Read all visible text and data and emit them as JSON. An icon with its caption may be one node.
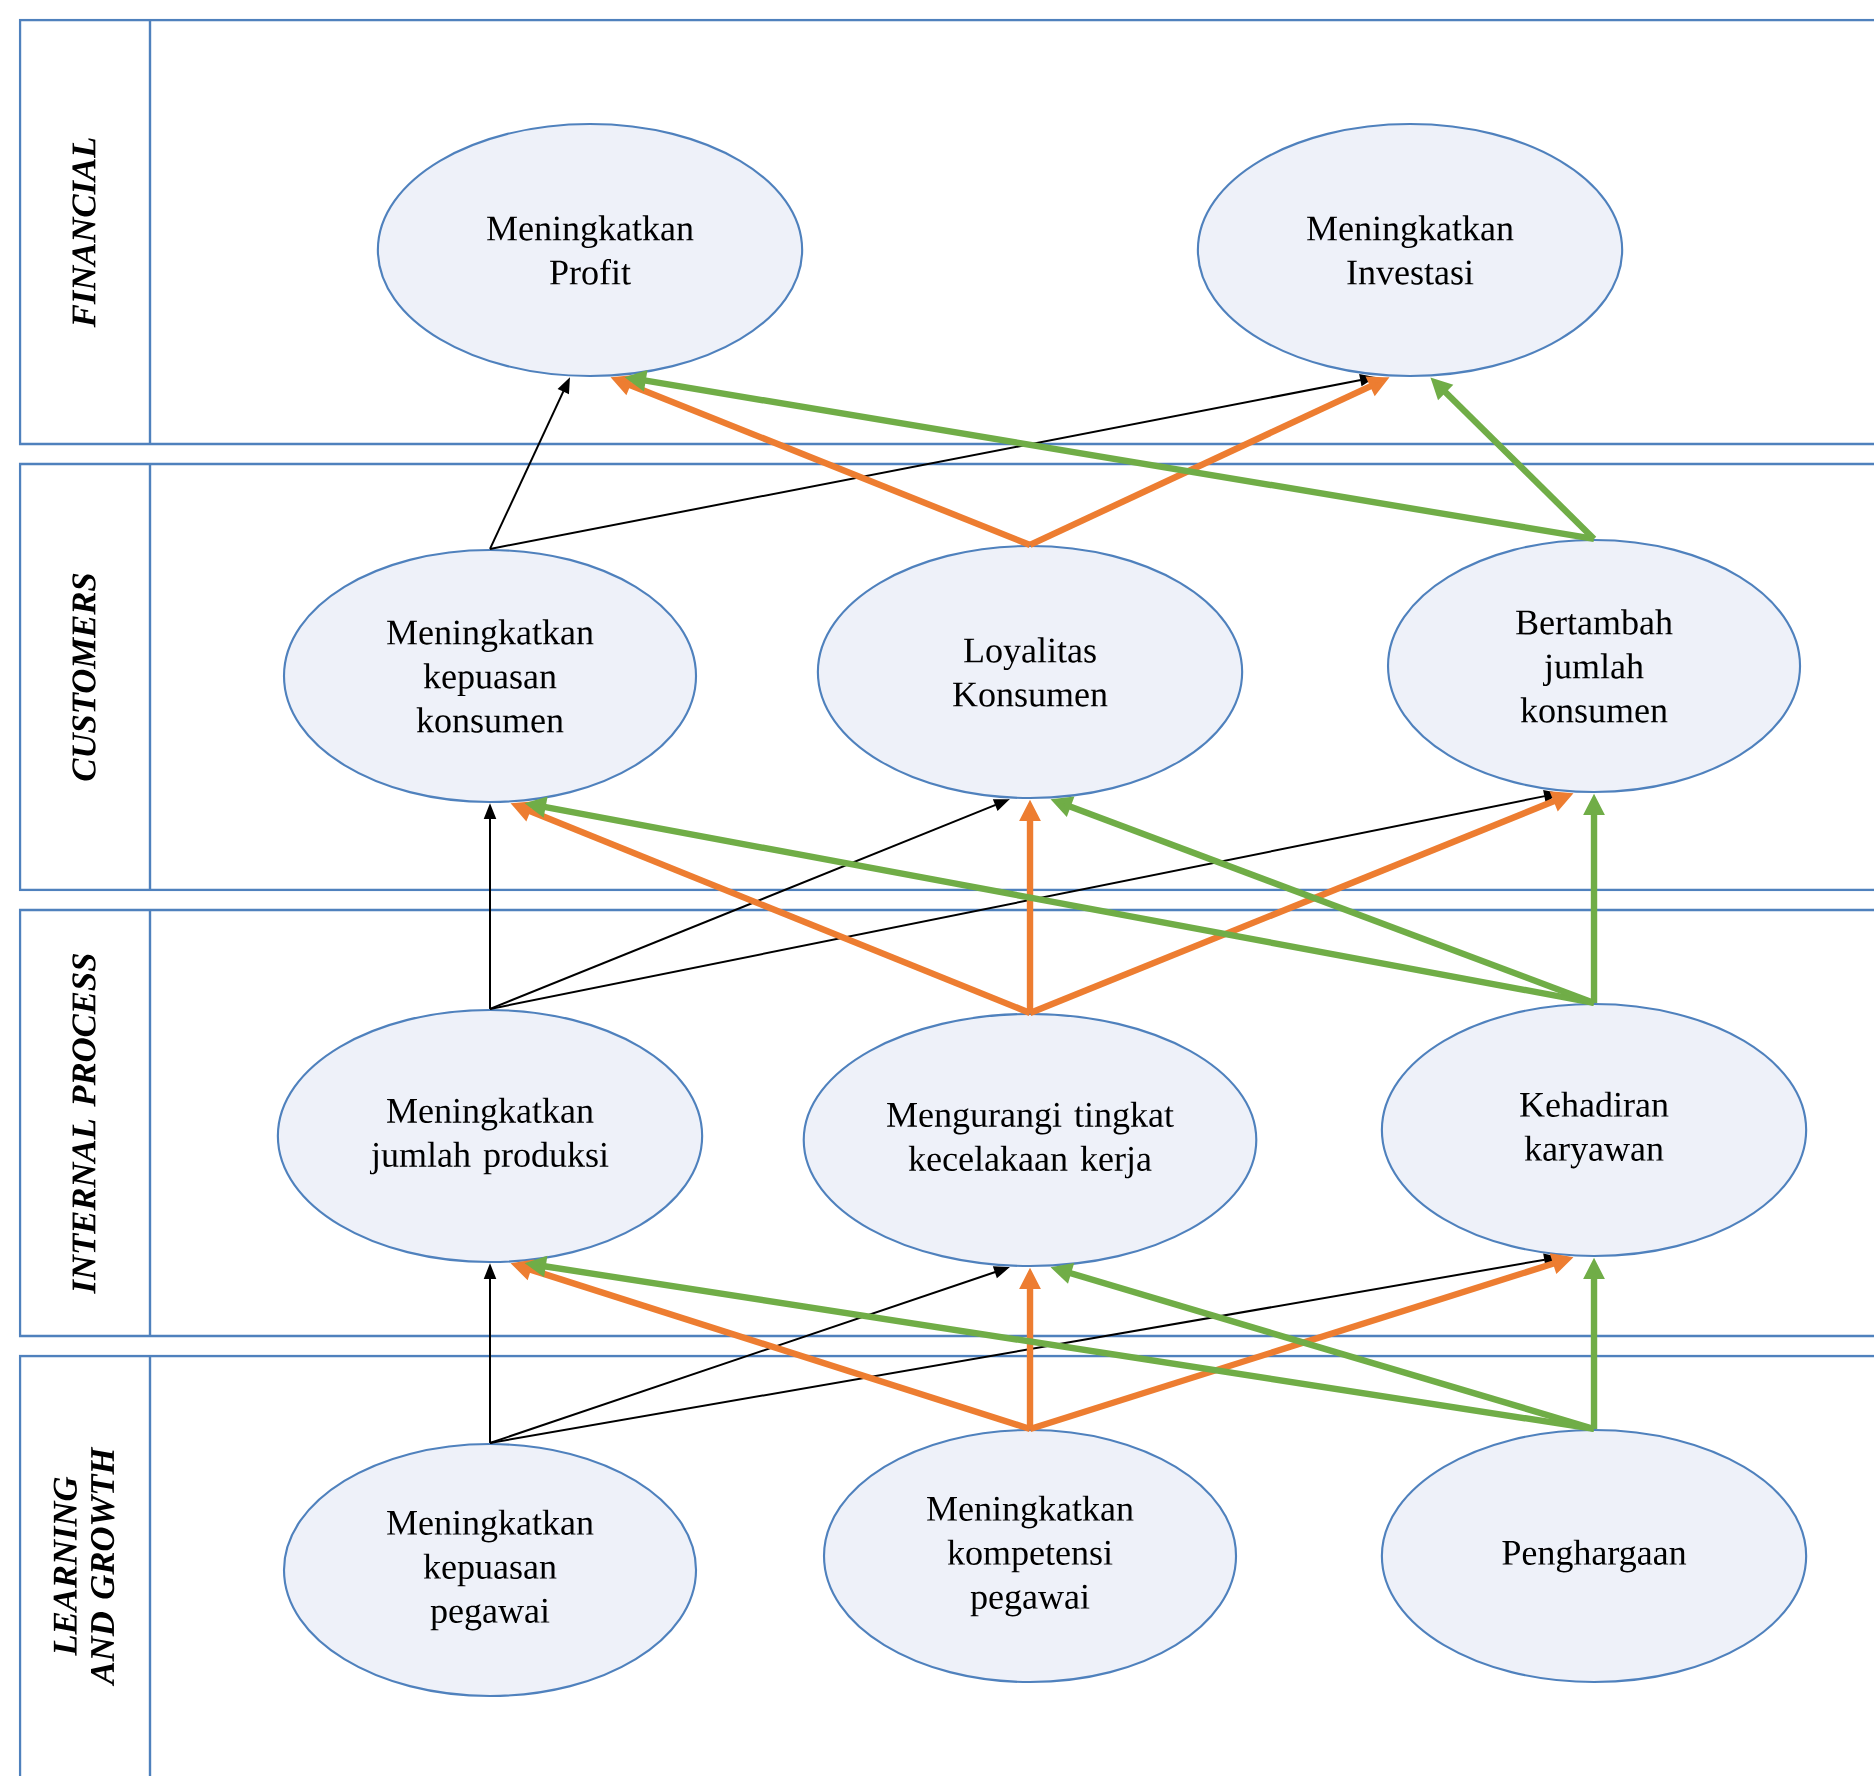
{
  "diagram": {
    "nodes": [
      {
        "text": [
          "FINANCIAL"
        ]
      },
      {
        "text": [
          "Meningkatkan Profit"
        ],
        "in": 0
      },
      {
        "text": [
          "Meningkatkan Investasi"
        ],
        "in": 0
      },
      {
        "text": [
          "CUSTOMERS"
        ]
      },
      {
        "text": [
          "Meningkatkan kepuasan konsumen"
        ],
        "in": 3
      },
      {
        "text": [
          "Loyalitas Konsumen"
        ],
        "in": 3
      },
      {
        "text": [
          "Bertambah jumlah konsumen"
        ],
        "in": 3
      },
      {
        "text": [
          "INTERNAL PROCESS"
        ]
      },
      {
        "text": [
          "Meningkatkan jumlah produksi"
        ],
        "in": 7
      },
      {
        "text": [
          "Mengurangi tingkat kecelakaan kerja"
        ],
        "in": 7
      },
      {
        "text": [
          "Kehadiran karyawan"
        ],
        "in": 7
      },
      {
        "text": [
          "LEARNING AND GROWTH"
        ]
      },
      {
        "text": [
          "Meningkatkan kepuasan pegawai"
        ],
        "in": 11
      },
      {
        "text": [
          "Meningkatkan kompetensi pegawai"
        ],
        "in": 11
      },
      {
        "text": [
          "Penghargaan"
        ],
        "in": 11
      }
    ],
    "edges": [
      {
        "from": 4,
        "to": 1,
        "arrow": "to",
        "color": "#000000"
      },
      {
        "from": 4,
        "to": 2,
        "arrow": "to",
        "color": "#000000"
      },
      {
        "from": 5,
        "to": 1,
        "arrow": "to",
        "color": "#ed7d31"
      },
      {
        "from": 5,
        "to": 2,
        "arrow": "to",
        "color": "#ed7d31"
      },
      {
        "from": 6,
        "to": 1,
        "arrow": "to",
        "color": "#70ad47"
      },
      {
        "from": 6,
        "to": 2,
        "arrow": "to",
        "color": "#70ad47"
      },
      {
        "from": 8,
        "to": 4,
        "arrow": "to",
        "color": "#000000"
      },
      {
        "from": 8,
        "to": 5,
        "arrow": "to",
        "color": "#000000"
      },
      {
        "from": 8,
        "to": 6,
        "arrow": "to",
        "color": "#000000"
      },
      {
        "from": 9,
        "to": 4,
        "arrow": "to",
        "color": "#ed7d31"
      },
      {
        "from": 9,
        "to": 5,
        "arrow": "to",
        "color": "#ed7d31"
      },
      {
        "from": 9,
        "to": 6,
        "arrow": "to",
        "color": "#ed7d31"
      },
      {
        "from": 10,
        "to": 4,
        "arrow": "to",
        "color": "#70ad47"
      },
      {
        "from": 10,
        "to": 5,
        "arrow": "to",
        "color": "#70ad47"
      },
      {
        "from": 10,
        "to": 6,
        "arrow": "to",
        "color": "#70ad47"
      },
      {
        "from": 12,
        "to": 8,
        "arrow": "to",
        "color": "#000000"
      },
      {
        "from": 12,
        "to": 9,
        "arrow": "to",
        "color": "#000000"
      },
      {
        "from": 12,
        "to": 10,
        "arrow": "to",
        "color": "#000000"
      },
      {
        "from": 13,
        "to": 8,
        "arrow": "to",
        "color": "#ed7d31"
      },
      {
        "from": 13,
        "to": 9,
        "arrow": "to",
        "color": "#ed7d31"
      },
      {
        "from": 13,
        "to": 10,
        "arrow": "to",
        "color": "#ed7d31"
      },
      {
        "from": 14,
        "to": 8,
        "arrow": "to",
        "color": "#70ad47"
      },
      {
        "from": 14,
        "to": 9,
        "arrow": "to",
        "color": "#70ad47"
      },
      {
        "from": 14,
        "to": 10,
        "arrow": "to",
        "color": "#70ad47"
      }
    ]
  }
}
